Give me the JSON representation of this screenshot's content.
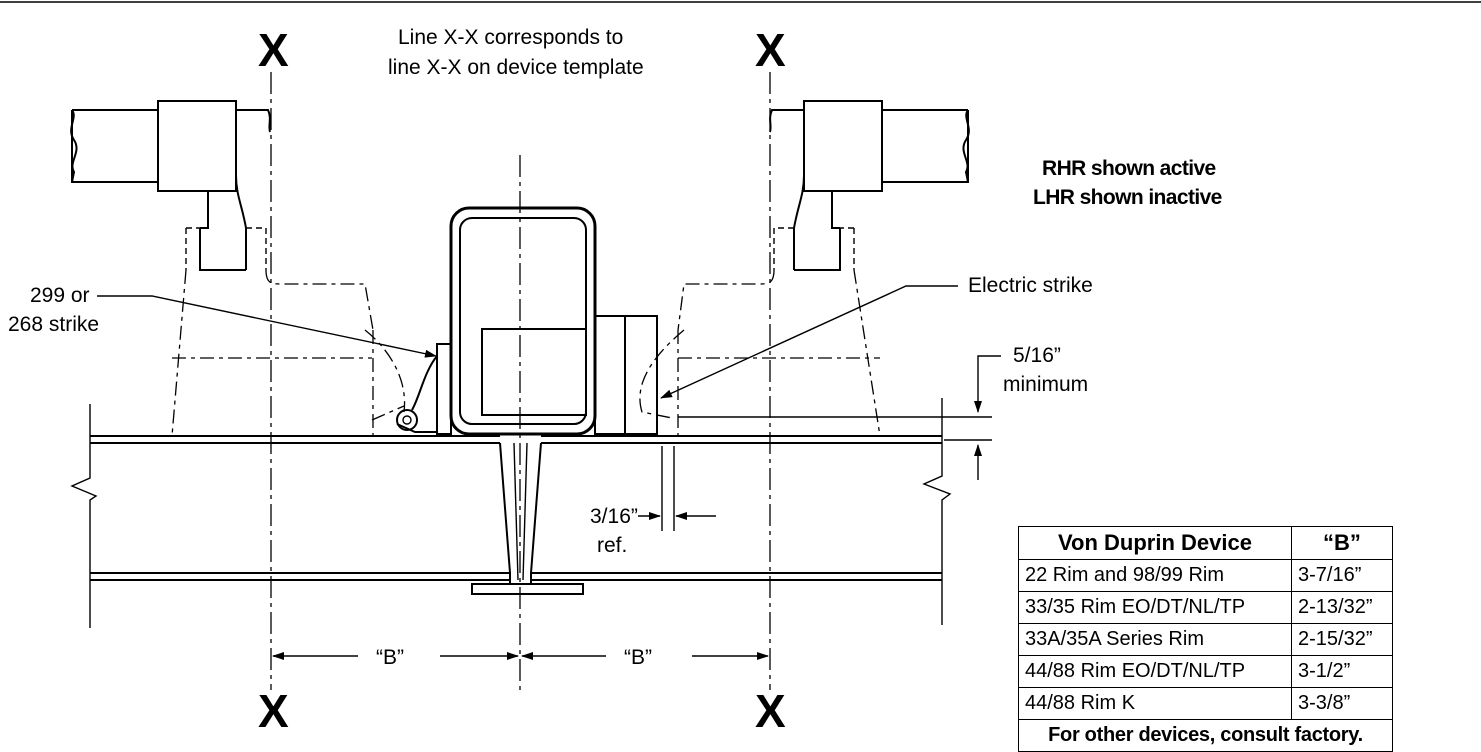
{
  "labels": {
    "x_mark": "X",
    "line_note_1": "Line X-X corresponds to",
    "line_note_2": "line X-X on device template",
    "rhr": "RHR shown active",
    "lhr": "LHR shown inactive",
    "strike_299_1": "299 or",
    "strike_299_2": "268 strike",
    "electric_strike": "Electric strike",
    "min_1": "5/16”",
    "min_2": "minimum",
    "ref_1": "3/16”",
    "ref_2": "ref.",
    "b_left": "“B”",
    "b_right": "“B”"
  },
  "table": {
    "headers": [
      "Von Duprin Device",
      "“B”"
    ],
    "rows": [
      {
        "device": "22 Rim and 98/99 Rim",
        "b": "3-7/16”"
      },
      {
        "device": "33/35 Rim EO/DT/NL/TP",
        "b": "2-13/32”"
      },
      {
        "device": "33A/35A Series Rim",
        "b": "2-15/32”"
      },
      {
        "device": "44/88 Rim EO/DT/NL/TP",
        "b": "3-1/2”"
      },
      {
        "device": "44/88 Rim K",
        "b": "3-3/8”"
      }
    ],
    "footer": "For other devices, consult factory."
  }
}
